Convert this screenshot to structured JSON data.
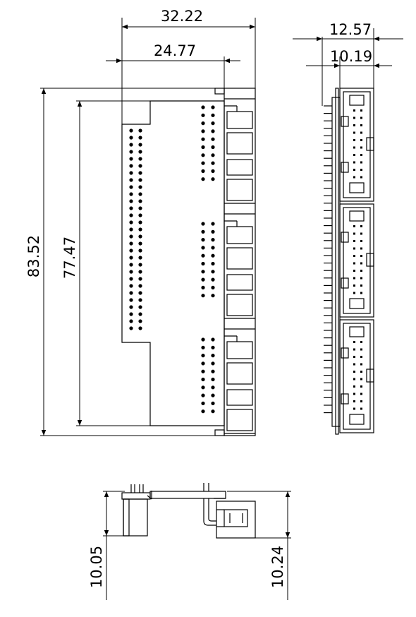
{
  "drawing": {
    "front_view": {
      "overall_width": "32.22",
      "board_width": "24.77",
      "overall_height": "83.52",
      "pin_span_height": "77.47"
    },
    "side_view": {
      "overall_depth": "12.57",
      "body_depth": "10.19"
    },
    "end_view": {
      "left_height": "10.05",
      "right_height": "10.24"
    }
  }
}
